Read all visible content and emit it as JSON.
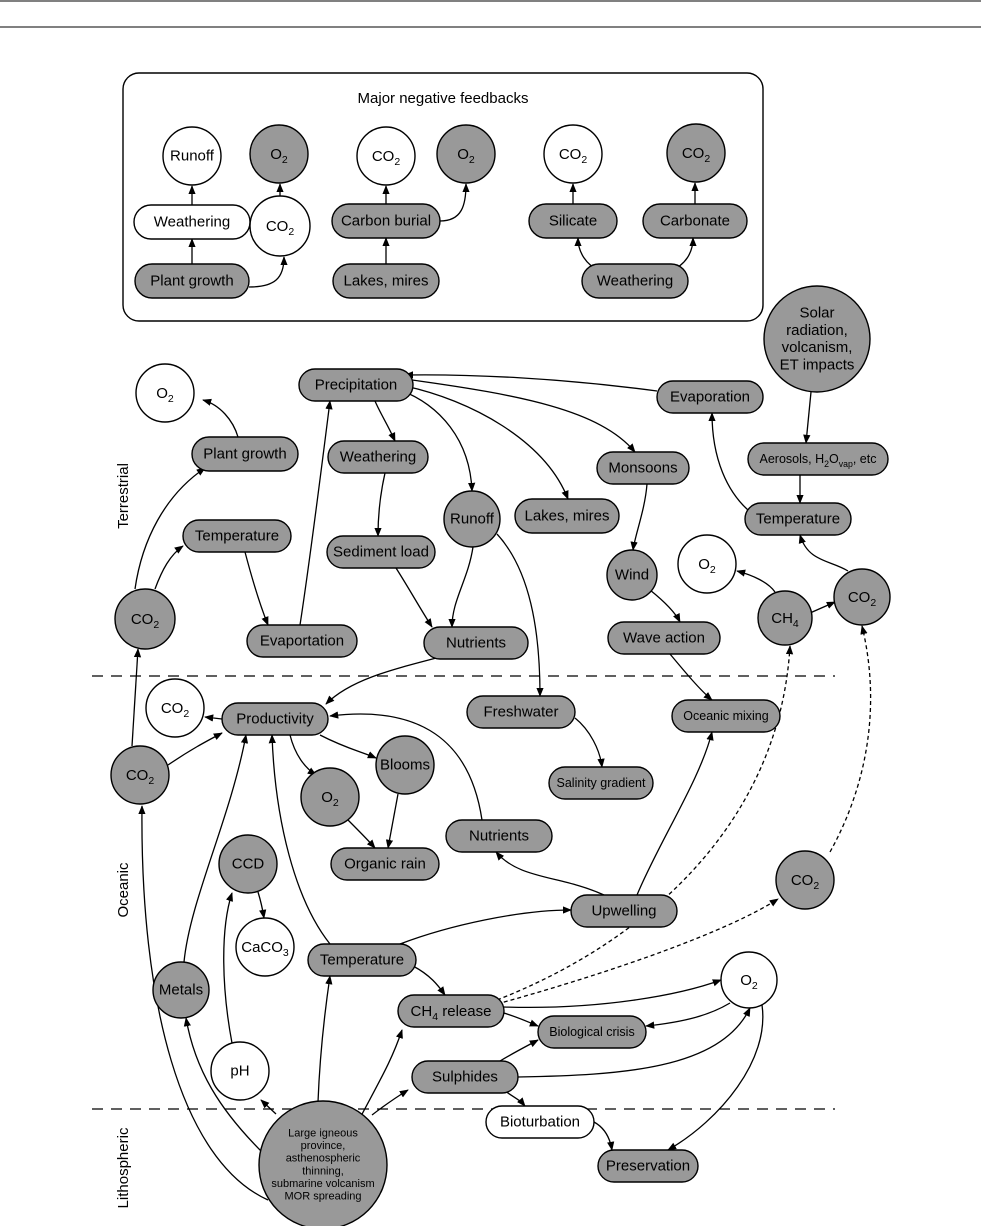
{
  "box": {
    "title": "Major negative feedbacks"
  },
  "zones": {
    "terrestrial": "Terrestrial",
    "oceanic": "Oceanic",
    "lithospheric": "Lithospheric"
  },
  "nodes": {
    "fb_runoff": "Runoff",
    "fb_o2_a": "O2",
    "fb_weathering_w": "Weathering",
    "fb_co2_w": "CO2",
    "fb_plant_growth": "Plant growth",
    "fb_co2_b": "CO2",
    "fb_o2_b": "O2",
    "fb_carbon_burial": "Carbon burial",
    "fb_lakes_mires": "Lakes, mires",
    "fb_co2_c": "CO2",
    "fb_co2_d": "CO2",
    "fb_silicate": "Silicate",
    "fb_carbonate": "Carbonate",
    "fb_weathering": "Weathering",
    "o2_t1": "O2",
    "plant_growth": "Plant growth",
    "precipitation": "Precipitation",
    "evaporation_r": "Evaporation",
    "solar": [
      "Solar",
      "radiation,",
      "volcanism,",
      "ET impacts"
    ],
    "weathering": "Weathering",
    "monsoons": "Monsoons",
    "aerosols": "Aerosols, H2Ovap, etc",
    "temperature_l": "Temperature",
    "runoff": "Runoff",
    "lakes_mires": "Lakes, mires",
    "temperature_r": "Temperature",
    "sediment_load": "Sediment load",
    "wind": "Wind",
    "o2_t2": "O2",
    "co2_t1": "CO2",
    "co2_t2": "CO2",
    "ch4_t": "CH4",
    "evaporation_l": "Evaportation",
    "nutrients_t": "Nutrients",
    "wave_action": "Wave action",
    "co2_o1": "CO2",
    "productivity": "Productivity",
    "freshwater": "Freshwater",
    "oceanic_mixing": "Oceanic mixing",
    "co2_o2": "CO2",
    "blooms": "Blooms",
    "salinity_gradient": "Salinity gradient",
    "o2_o1": "O2",
    "nutrients_o": "Nutrients",
    "ccd": "CCD",
    "organic_rain": "Organic rain",
    "co2_o3": "CO2",
    "upwelling": "Upwelling",
    "caco3": "CaCO3",
    "temperature_o": "Temperature",
    "metals": "Metals",
    "o2_o2": "O2",
    "ch4_release": "CH4 release",
    "biological_crisis": "Biological crisis",
    "ph": "pH",
    "sulphides": "Sulphides",
    "bioturbation": "Bioturbation",
    "lip": [
      "Large igneous",
      "province,",
      "asthenospheric",
      "thinning,",
      "submarine volcanism",
      "MOR spreading"
    ],
    "preservation": "Preservation"
  }
}
